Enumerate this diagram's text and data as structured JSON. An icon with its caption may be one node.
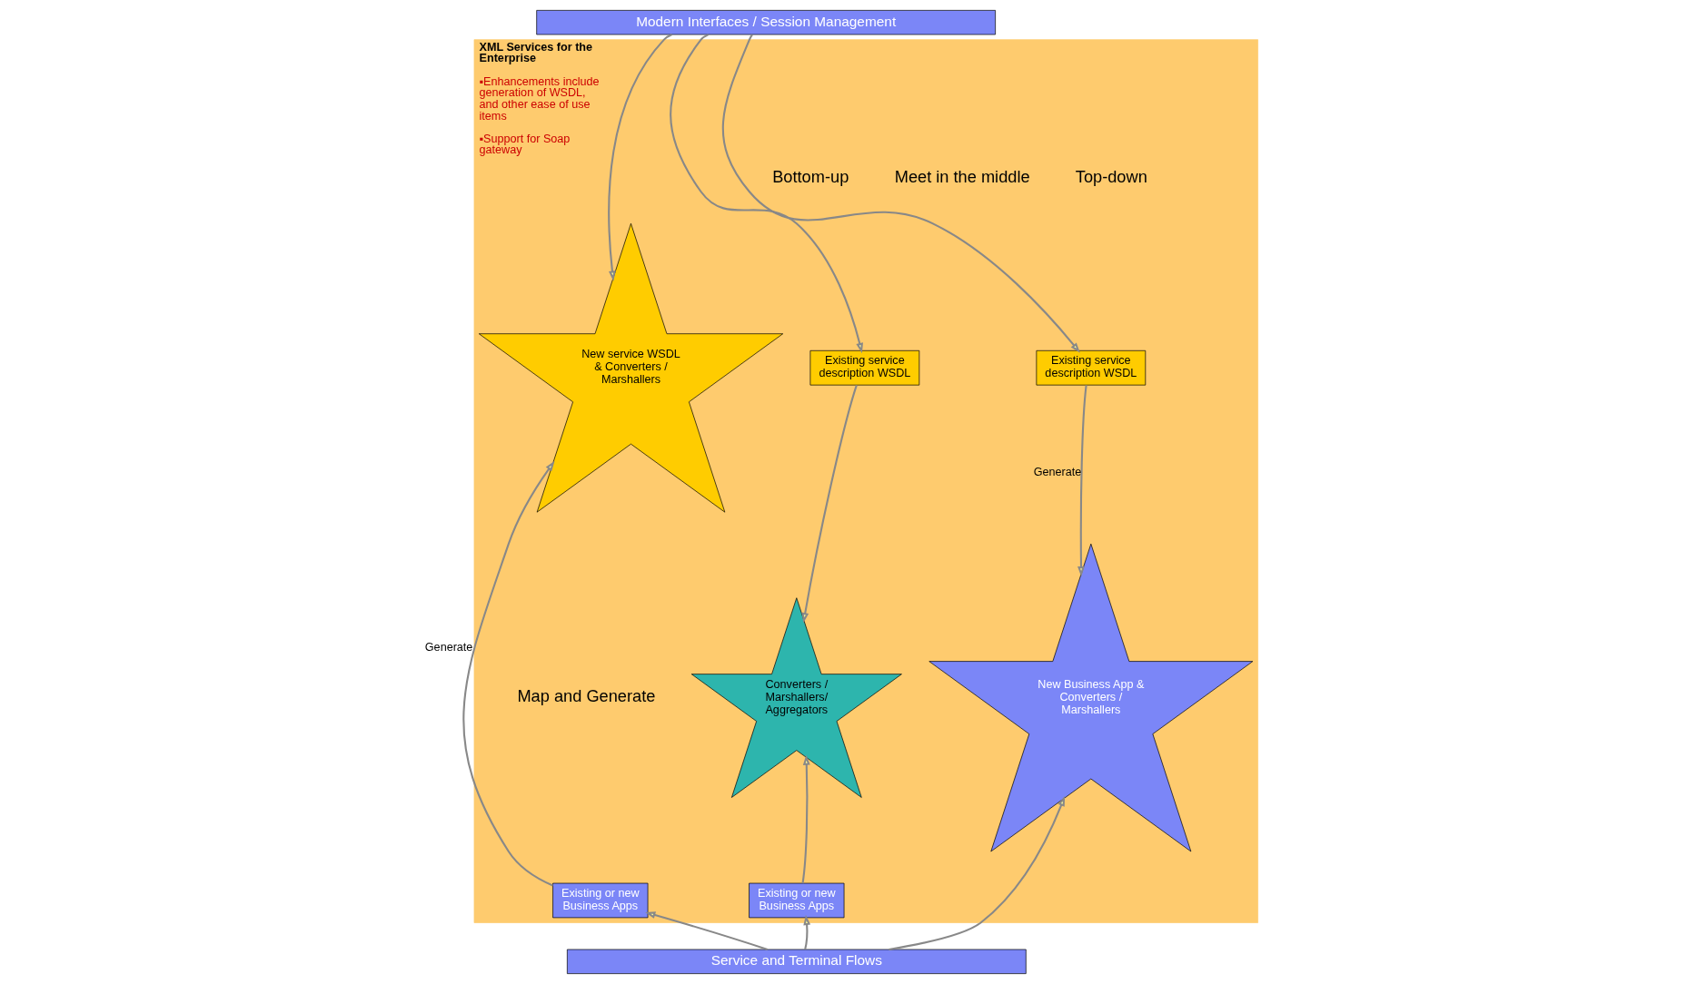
{
  "diagram": {
    "nodes": [
      {
        "text": [
          "Modern Interfaces / Session Management"
        ]
      },
      {
        "text": [
          "XML Services for the Enterprise",
          "▪Enhancements include generation of WSDL, and other ease of use items",
          "▪Support for Soap gateway"
        ]
      },
      {
        "text": [
          "New service WSDL & Converters / Marshallers"
        ],
        "in": 1
      },
      {
        "text": [
          "Existing or new Business Apps"
        ],
        "in": 1
      },
      {
        "text": [
          "Existing service description WSDL"
        ],
        "in": 1
      },
      {
        "text": [
          "New Business App & Converters / Marshallers"
        ],
        "in": 1
      },
      {
        "text": [
          "Existing service description WSDL"
        ],
        "in": 1
      },
      {
        "text": [
          "Converters / Marshallers/ Aggregators"
        ],
        "in": 1
      },
      {
        "text": [
          "Existing or new Business Apps"
        ],
        "in": 1
      },
      {
        "text": [
          "Service and Terminal Flows"
        ]
      }
    ],
    "edges": [
      {
        "from": 0,
        "to": 2,
        "arrow": "to"
      },
      {
        "from": 0,
        "to": 4,
        "arrow": "to"
      },
      {
        "from": 0,
        "to": 6,
        "arrow": "to"
      },
      {
        "from": 3,
        "to": 2,
        "arrow": "to",
        "label": "Generate"
      },
      {
        "from": 4,
        "to": 5,
        "arrow": "to",
        "label": "Generate"
      },
      {
        "from": 6,
        "to": 7,
        "arrow": "to"
      },
      {
        "from": 8,
        "to": 7,
        "arrow": "to"
      },
      {
        "from": 9,
        "to": 3,
        "arrow": "to"
      },
      {
        "from": 9,
        "to": 5,
        "arrow": "to"
      },
      {
        "from": 9,
        "to": 8,
        "arrow": "to"
      }
    ],
    "labels": [
      "Bottom-up",
      "Top-down",
      "Meet in the middle",
      "Map and Generate"
    ]
  }
}
